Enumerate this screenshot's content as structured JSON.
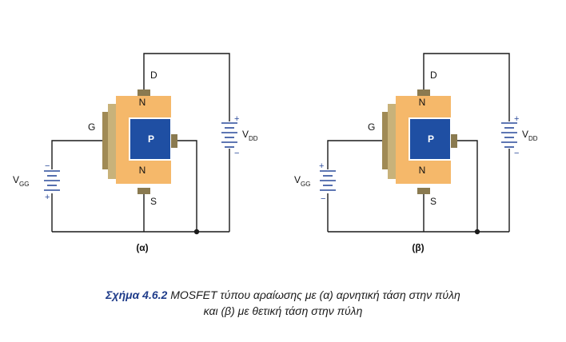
{
  "diagrams": [
    {
      "id": "a",
      "label": "(α)",
      "drain_label": "D",
      "source_label": "S",
      "gate_label": "G",
      "n_top": "N",
      "n_bottom": "N",
      "p_label": "P",
      "vgg": {
        "main": "V",
        "sub": "GG",
        "top_sign": "−",
        "bottom_sign": "+"
      },
      "vdd": {
        "main": "V",
        "sub": "DD",
        "top_sign": "+",
        "bottom_sign": "−"
      }
    },
    {
      "id": "b",
      "label": "(β)",
      "drain_label": "D",
      "source_label": "S",
      "gate_label": "G",
      "n_top": "N",
      "n_bottom": "N",
      "p_label": "P",
      "vgg": {
        "main": "V",
        "sub": "GG",
        "top_sign": "+",
        "bottom_sign": "−"
      },
      "vdd": {
        "main": "V",
        "sub": "DD",
        "top_sign": "+",
        "bottom_sign": "−"
      }
    }
  ],
  "caption": {
    "number": "Σχήμα 4.6.2",
    "line1": " MOSFET τύπου αραίωσης με (α) αρνητική τάση στην πύλη",
    "line2": "και (β) με θετική τάση στην πύλη"
  },
  "colors": {
    "wire": "#1a1a1a",
    "n_region": "#f5b86a",
    "p_region": "#1f4fa3",
    "gate_metal": "#a08a55",
    "oxide": "#c8b27a",
    "contact": "#8a7a50",
    "battery": "#2a4a9a"
  }
}
